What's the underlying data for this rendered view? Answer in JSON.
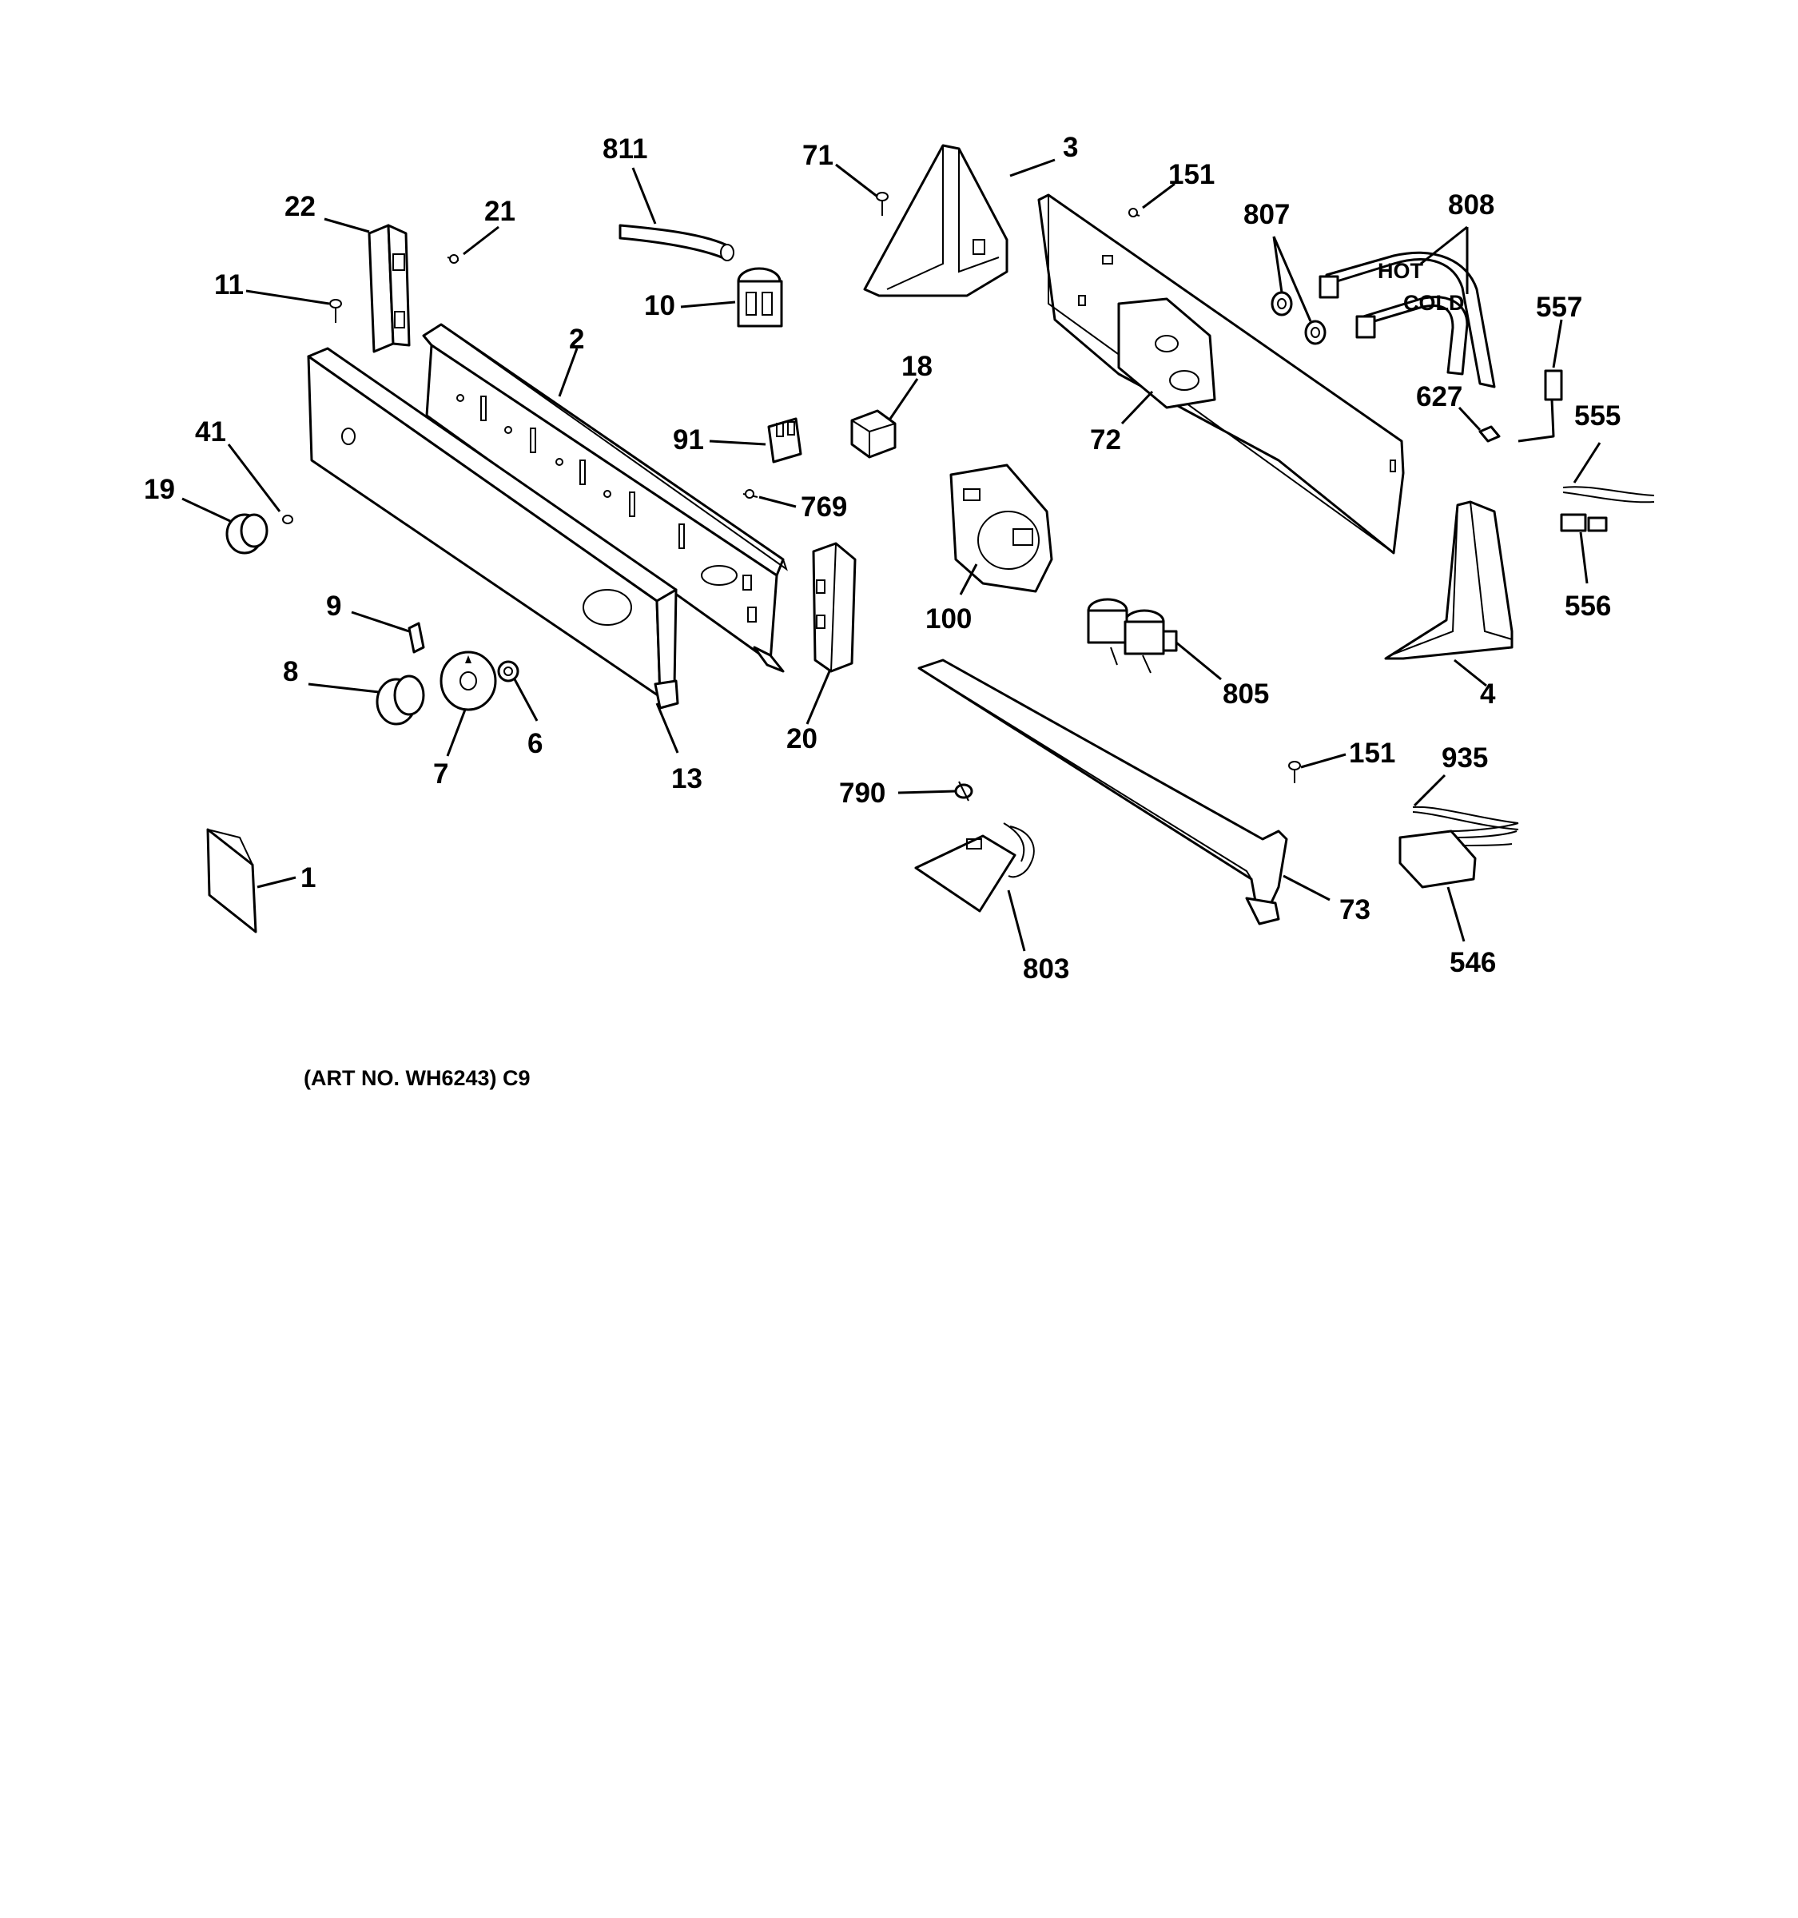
{
  "labels": {
    "p811": "811",
    "p71": "71",
    "p3": "3",
    "p151a": "151",
    "p807": "807",
    "p808": "808",
    "p22": "22",
    "p21": "21",
    "p11": "11",
    "p10": "10",
    "p2": "2",
    "p18": "18",
    "p557": "557",
    "p627": "627",
    "p555": "555",
    "p72": "72",
    "p41": "41",
    "p91": "91",
    "p19": "19",
    "p769": "769",
    "p100": "100",
    "p556": "556",
    "p9": "9",
    "p8": "8",
    "p805": "805",
    "p4": "4",
    "p6": "6",
    "p7": "7",
    "p13": "13",
    "p20": "20",
    "p151b": "151",
    "p935": "935",
    "p790": "790",
    "p1": "1",
    "p73": "73",
    "p546": "546",
    "p803": "803"
  },
  "hose_text": {
    "hot": "HOT",
    "cold": "COLD"
  },
  "caption": "(ART NO. WH6243) C9"
}
